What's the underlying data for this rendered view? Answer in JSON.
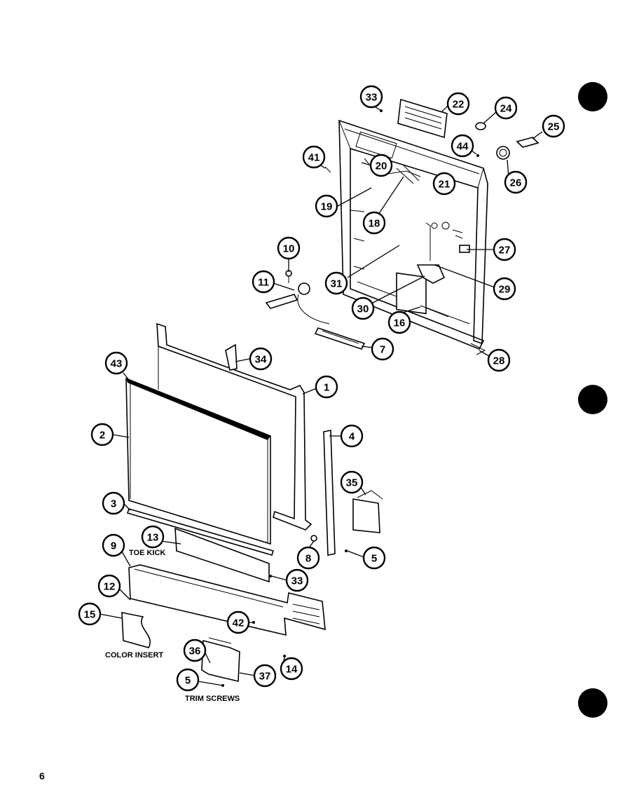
{
  "page_number": "6",
  "labels": {
    "toe_kick": "TOE KICK",
    "color_insert": "COLOR INSERT",
    "trim_screws": "TRIM SCREWS"
  },
  "callouts": [
    {
      "key": "c33a",
      "num": "33"
    },
    {
      "key": "c22",
      "num": "22"
    },
    {
      "key": "c24",
      "num": "24"
    },
    {
      "key": "c25",
      "num": "25"
    },
    {
      "key": "c44",
      "num": "44"
    },
    {
      "key": "c41",
      "num": "41"
    },
    {
      "key": "c20",
      "num": "20"
    },
    {
      "key": "c21",
      "num": "21"
    },
    {
      "key": "c26",
      "num": "26"
    },
    {
      "key": "c19",
      "num": "19"
    },
    {
      "key": "c18",
      "num": "18"
    },
    {
      "key": "c10",
      "num": "10"
    },
    {
      "key": "c27",
      "num": "27"
    },
    {
      "key": "c11",
      "num": "11"
    },
    {
      "key": "c31",
      "num": "31"
    },
    {
      "key": "c29",
      "num": "29"
    },
    {
      "key": "c30",
      "num": "30"
    },
    {
      "key": "c16",
      "num": "16"
    },
    {
      "key": "c7",
      "num": "7"
    },
    {
      "key": "c28",
      "num": "28"
    },
    {
      "key": "c43",
      "num": "43"
    },
    {
      "key": "c34",
      "num": "34"
    },
    {
      "key": "c1",
      "num": "1"
    },
    {
      "key": "c2",
      "num": "2"
    },
    {
      "key": "c4",
      "num": "4"
    },
    {
      "key": "c35",
      "num": "35"
    },
    {
      "key": "c3",
      "num": "3"
    },
    {
      "key": "c13",
      "num": "13"
    },
    {
      "key": "c8",
      "num": "8"
    },
    {
      "key": "c5a",
      "num": "5"
    },
    {
      "key": "c9",
      "num": "9"
    },
    {
      "key": "c33b",
      "num": "33"
    },
    {
      "key": "c12",
      "num": "12"
    },
    {
      "key": "c42",
      "num": "42"
    },
    {
      "key": "c15",
      "num": "15"
    },
    {
      "key": "c36",
      "num": "36"
    },
    {
      "key": "c14",
      "num": "14"
    },
    {
      "key": "c37",
      "num": "37"
    },
    {
      "key": "c5b",
      "num": "5"
    }
  ]
}
